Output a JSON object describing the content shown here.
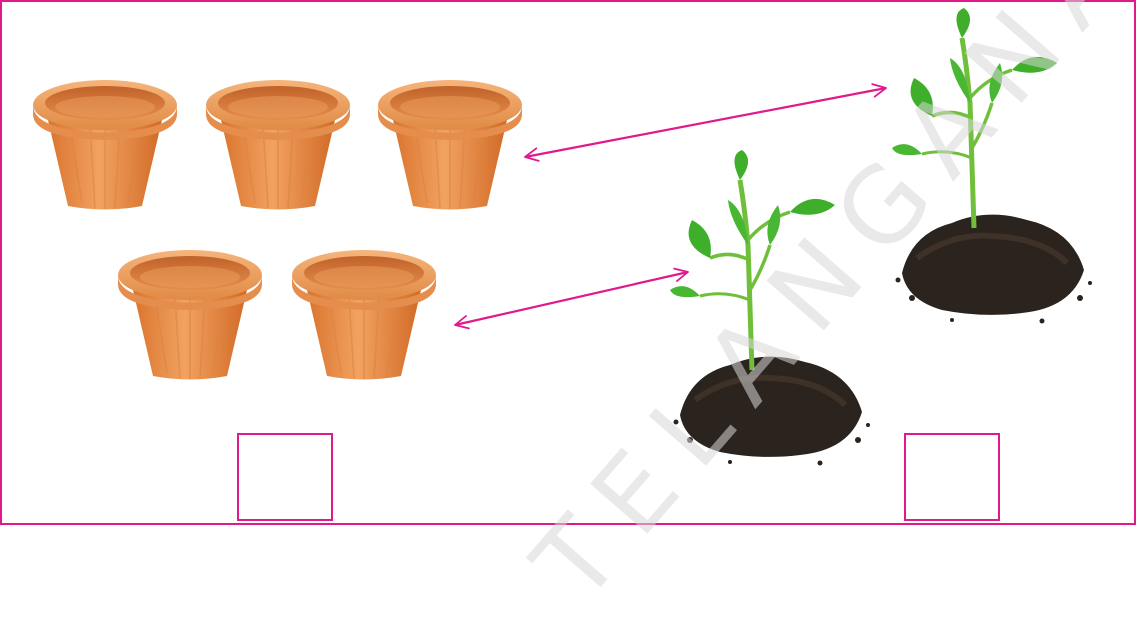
{
  "watermark": "TELANGANA",
  "colors": {
    "frame": "#e0198c",
    "arrow": "#e0198c",
    "pot_body": "#e98e45",
    "pot_rim": "#f1a465",
    "pot_inner": "#c8672c",
    "leaf": "#3fae2a",
    "stem": "#6fbf3a",
    "soil": "#2b231d"
  },
  "groups": [
    {
      "name": "pots",
      "object": "clay-pot",
      "count": 5
    },
    {
      "name": "plants",
      "object": "seedling-in-soil",
      "count": 2
    }
  ],
  "answer_boxes": [
    {
      "group": "pots",
      "value": ""
    },
    {
      "group": "plants",
      "value": ""
    }
  ],
  "arrows": [
    {
      "from": "pot-row-1",
      "to": "plant-tall",
      "type": "double-headed"
    },
    {
      "from": "pot-row-2",
      "to": "plant-short",
      "type": "double-headed"
    }
  ]
}
